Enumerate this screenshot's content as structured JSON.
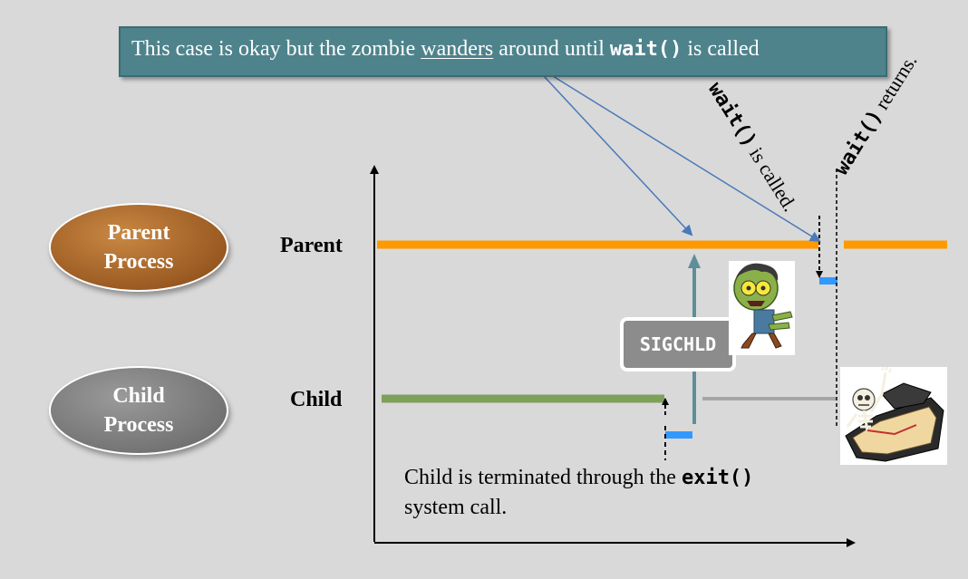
{
  "callout": {
    "text_1": "This case is okay but the zombie ",
    "text_underlined": "wanders",
    "text_2": " around until ",
    "code": "wait()",
    "text_3": " is called"
  },
  "ellipses": {
    "parent_line1": "Parent",
    "parent_line2": "Process",
    "child_line1": "Child",
    "child_line2": "Process"
  },
  "rows": {
    "parent": "Parent",
    "child": "Child"
  },
  "signal": "SIGCHLD",
  "annotations": {
    "wait_called_code": "wait()",
    "wait_called_text": " is called.",
    "wait_returns_code": "wait()",
    "wait_returns_text": " returns."
  },
  "note": {
    "text_1": "Child is terminated through the ",
    "code": "exit()",
    "text_2": "system call."
  },
  "colors": {
    "parent_line": "#ff9900",
    "child_line": "#7fa05b",
    "zombie_line": "#a6a6a6",
    "marker": "#3399ff",
    "signal_arrow": "#5e8f98",
    "callout_bg": "#4e838c",
    "callout_arrows": "#4a7ab8"
  },
  "icons": {
    "zombie": "zombie-icon",
    "skeleton_coffin": "skeleton-coffin-icon"
  }
}
